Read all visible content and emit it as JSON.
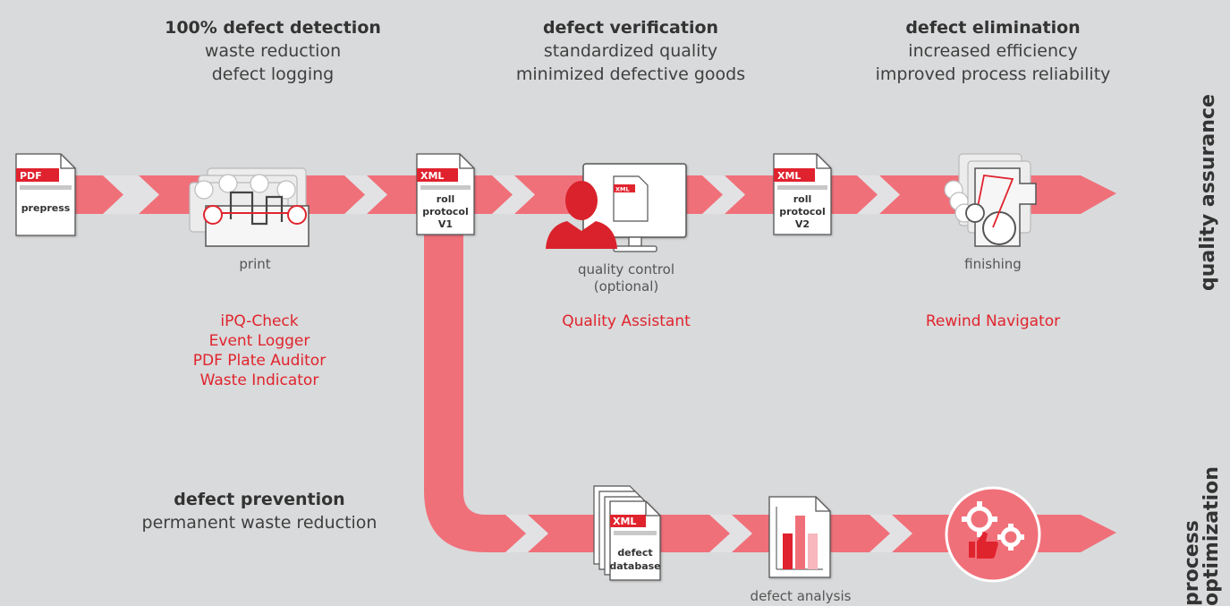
{
  "headers": [
    {
      "title": "100% defect detection",
      "lines": [
        "waste reduction",
        "defect logging"
      ]
    },
    {
      "title": "defect verification",
      "lines": [
        "standardized quality",
        "minimized defective goods"
      ]
    },
    {
      "title": "defect elimination",
      "lines": [
        "increased efficiency",
        "improved process reliability"
      ]
    }
  ],
  "prevention": {
    "title": "defect prevention",
    "line": "permanent waste reduction"
  },
  "documents": {
    "pdf": {
      "tag": "PDF",
      "label": "prepress"
    },
    "xml1": {
      "tag": "XML",
      "line1": "roll",
      "line2": "protocol",
      "line3": "V1"
    },
    "xml2": {
      "tag": "XML",
      "line1": "roll",
      "line2": "protocol",
      "line3": "V2"
    },
    "monitor_doc": {
      "tag": "XML"
    },
    "db": {
      "tag": "XML",
      "line1": "defect",
      "line2": "database"
    }
  },
  "stations": {
    "print": "print",
    "qc_line1": "quality control",
    "qc_line2": "(optional)",
    "finishing": "finishing",
    "analysis": "defect analysis"
  },
  "products": {
    "print": [
      "iPQ-Check",
      "Event Logger",
      "PDF Plate Auditor",
      "Waste Indicator"
    ],
    "qc": "Quality Assistant",
    "finishing": "Rewind Navigator"
  },
  "side_labels": {
    "top": "quality assurance",
    "bottom_line1": "process",
    "bottom_line2": "optimization"
  },
  "colors": {
    "arrow": "#f0707a",
    "accent": "#e0242e",
    "background": "#d9dadb",
    "chevron": "#e2e2e4"
  }
}
